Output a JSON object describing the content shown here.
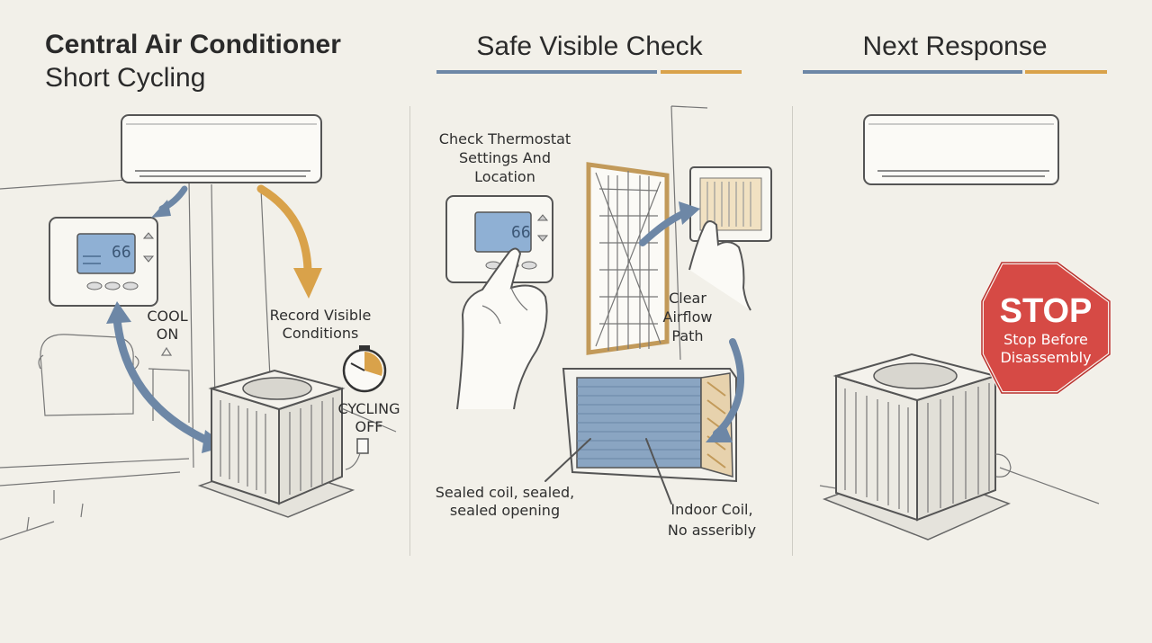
{
  "colors": {
    "background": "#f2f0e9",
    "accent_blue": "#6d87a6",
    "accent_orange": "#d9a24a",
    "stop_red": "#d64a45",
    "screen_blue": "#8fb0d4",
    "line_gray": "#555555"
  },
  "panel1": {
    "title_bold": "Central Air Conditioner",
    "title_light": "Short Cycling",
    "thermostat_reading": "66",
    "cool_label": "COOL",
    "on_label": "ON",
    "record_line1": "Record Visible",
    "record_line2": "Conditions",
    "cycling_label": "CYCLING",
    "off_label": "OFF",
    "icons": [
      "wall-ac-unit-icon",
      "thermostat-icon",
      "outdoor-condenser-icon",
      "timer-icon",
      "sofa-icon",
      "power-outlet-icon"
    ]
  },
  "panel2": {
    "title": "Safe Visible Check",
    "thermostat_line1": "Check Thermostat",
    "thermostat_line2": "Settings And",
    "thermostat_line3": "Location",
    "thermostat_reading": "66",
    "airflow_line1": "Clear",
    "airflow_line2": "Airflow",
    "airflow_line3": "Path",
    "sealed_line1": "Sealed coil, sealed,",
    "sealed_line2": "sealed opening",
    "indoor_line1": "Indoor Coil,",
    "indoor_line2": "No asseribly",
    "icons": [
      "hand-icon",
      "air-filter-icon",
      "vent-grille-icon",
      "indoor-coil-icon"
    ]
  },
  "panel3": {
    "title": "Next Response",
    "stop_word": "STOP",
    "stop_line1": "Stop Before",
    "stop_line2": "Disassembly",
    "icons": [
      "wall-ac-unit-icon",
      "stop-sign-icon",
      "outdoor-condenser-icon"
    ]
  }
}
